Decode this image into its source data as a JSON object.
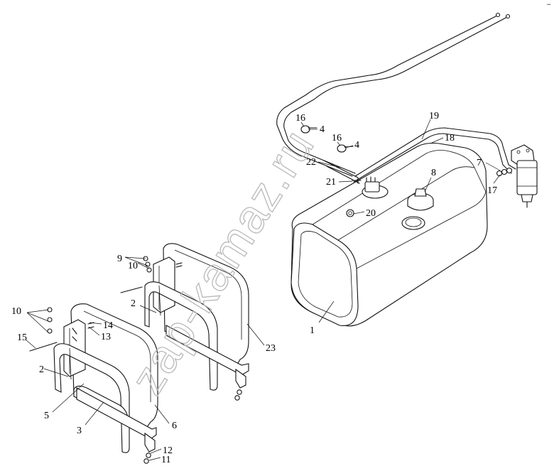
{
  "diagram": {
    "watermark": "zap-kamaz.ru",
    "corner_mark": "•••",
    "labels": [
      {
        "id": "p1",
        "text": "1"
      },
      {
        "id": "p2a",
        "text": "2"
      },
      {
        "id": "p2b",
        "text": "2"
      },
      {
        "id": "p3",
        "text": "3"
      },
      {
        "id": "p4a",
        "text": "4"
      },
      {
        "id": "p4b",
        "text": "4"
      },
      {
        "id": "p5",
        "text": "5"
      },
      {
        "id": "p6",
        "text": "6"
      },
      {
        "id": "p7",
        "text": "7"
      },
      {
        "id": "p8",
        "text": "8"
      },
      {
        "id": "p9",
        "text": "9"
      },
      {
        "id": "p10a",
        "text": "10"
      },
      {
        "id": "p10b",
        "text": "10"
      },
      {
        "id": "p11",
        "text": "11"
      },
      {
        "id": "p12",
        "text": "12"
      },
      {
        "id": "p13",
        "text": "13"
      },
      {
        "id": "p14",
        "text": "14"
      },
      {
        "id": "p15",
        "text": "15"
      },
      {
        "id": "p16a",
        "text": "16"
      },
      {
        "id": "p16b",
        "text": "16"
      },
      {
        "id": "p17",
        "text": "17"
      },
      {
        "id": "p18",
        "text": "18"
      },
      {
        "id": "p19",
        "text": "19"
      },
      {
        "id": "p20",
        "text": "20"
      },
      {
        "id": "p21",
        "text": "21"
      },
      {
        "id": "p22",
        "text": "22"
      },
      {
        "id": "p23",
        "text": "23"
      }
    ]
  }
}
